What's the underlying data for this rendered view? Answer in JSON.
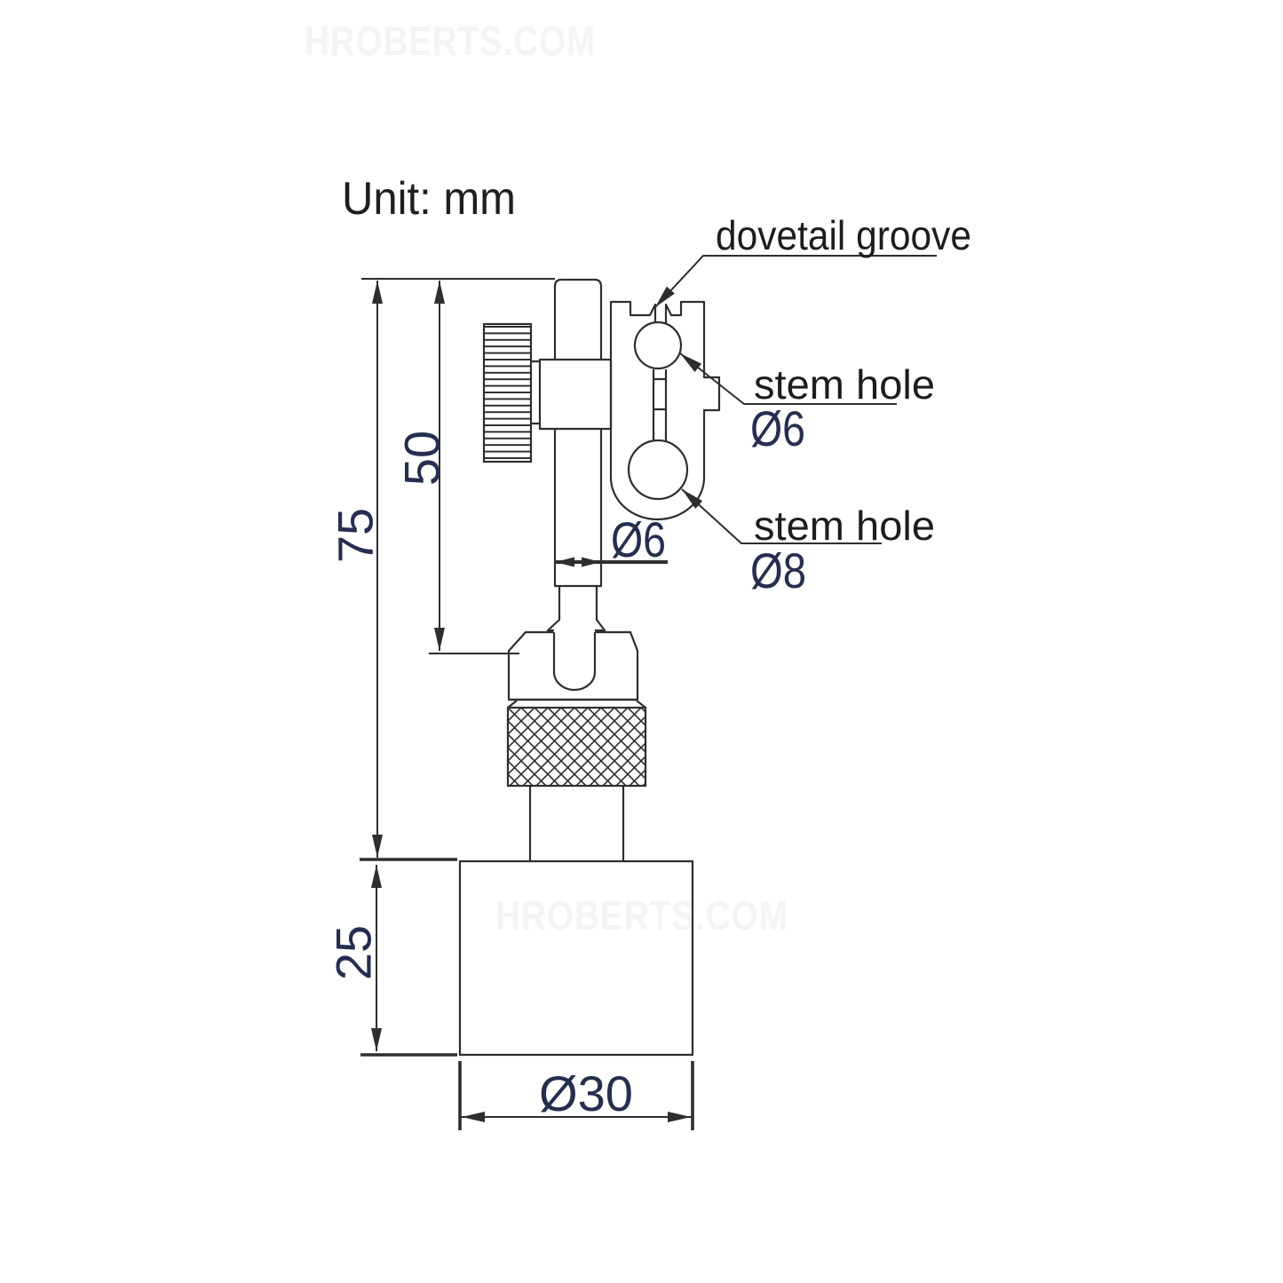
{
  "watermarks": {
    "top": "HROBERTS.COM",
    "middle": "HROBERTS.COM"
  },
  "drawing": {
    "unit_note": "Unit: mm",
    "callouts": {
      "dovetail_groove": "dovetail groove",
      "stem_hole_small_label": "stem hole",
      "stem_hole_small_diameter": "Ø6",
      "stem_hole_large_label": "stem hole",
      "stem_hole_large_diameter": "Ø8"
    },
    "dimensions": {
      "overall_height": "75",
      "stem_exposed_length": "50",
      "base_height": "25",
      "stem_diameter": "Ø6",
      "base_diameter": "Ø30"
    },
    "colors": {
      "line": "#2e2e2e",
      "dimension_text": "#262e4f",
      "label_text": "#1d1d1d",
      "watermark": "#f4f4f4",
      "background": "#ffffff"
    }
  }
}
